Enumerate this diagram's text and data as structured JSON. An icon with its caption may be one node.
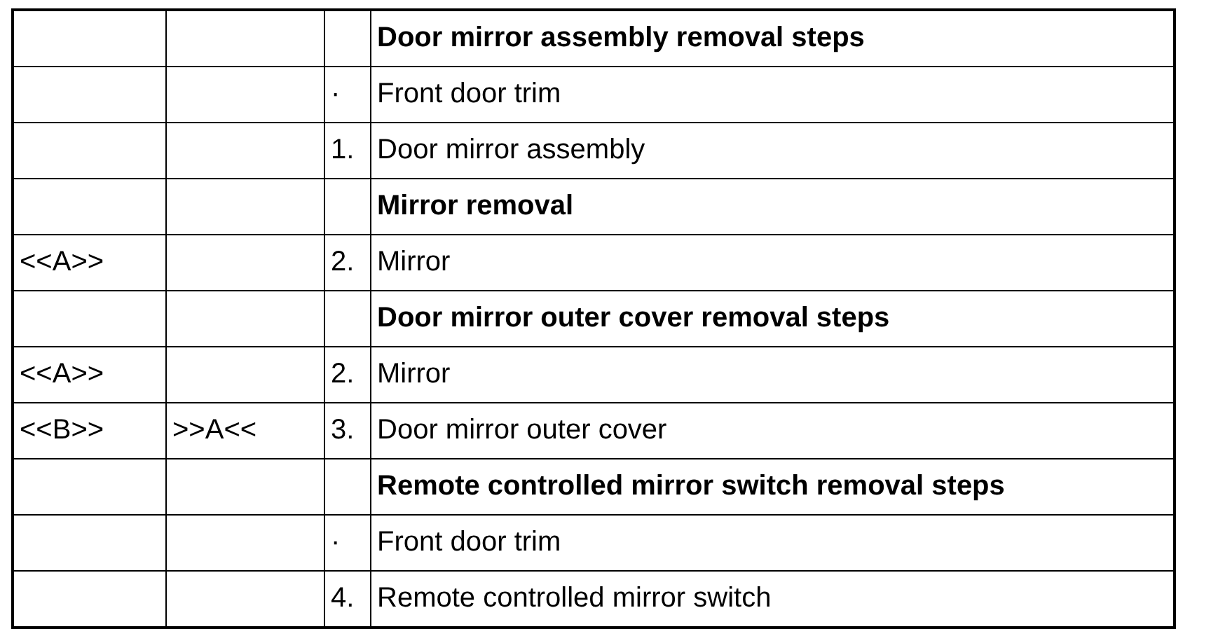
{
  "diagram": {
    "labels": [
      "Door mirror assembly removal steps",
      "·",
      "Front door trim",
      "1.",
      "Door mirror assembly",
      "Mirror removal",
      "<<A>>",
      "2.",
      "Mirror",
      "Door mirror outer cover removal steps",
      "<<A>>",
      "2.",
      "Mirror",
      "<<B>>",
      ">>A<<",
      "3.",
      "Door mirror outer cover",
      "Remote controlled mirror switch removal steps",
      "·",
      "Front door trim",
      "4.",
      "Remote controlled mirror switch"
    ]
  }
}
